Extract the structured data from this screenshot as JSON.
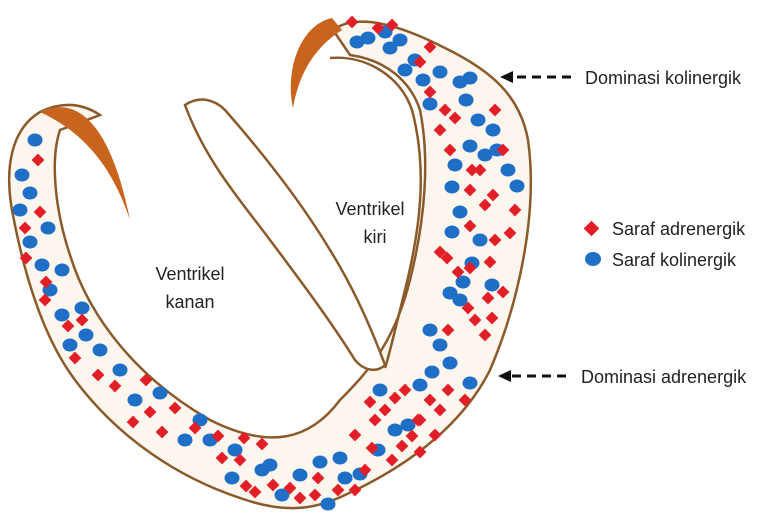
{
  "chambers": {
    "right": {
      "line1": "Ventrikel",
      "line2": "kanan"
    },
    "left": {
      "line1": "Ventrikel",
      "line2": "kiri"
    }
  },
  "annotations": {
    "top": "Dominasi kolinergik",
    "bottom": "Dominasi adrenergik"
  },
  "legend": {
    "adrenergic": "Saraf adrenergik",
    "cholinergic": "Saraf kolinergik"
  },
  "colors": {
    "outline": "#8a5a2b",
    "muscle_fill": "#fdf6ee",
    "valve": "#c8641e",
    "adrenergic": "#e41e26",
    "cholinergic": "#1f6fc7",
    "arrow": "#111111"
  }
}
